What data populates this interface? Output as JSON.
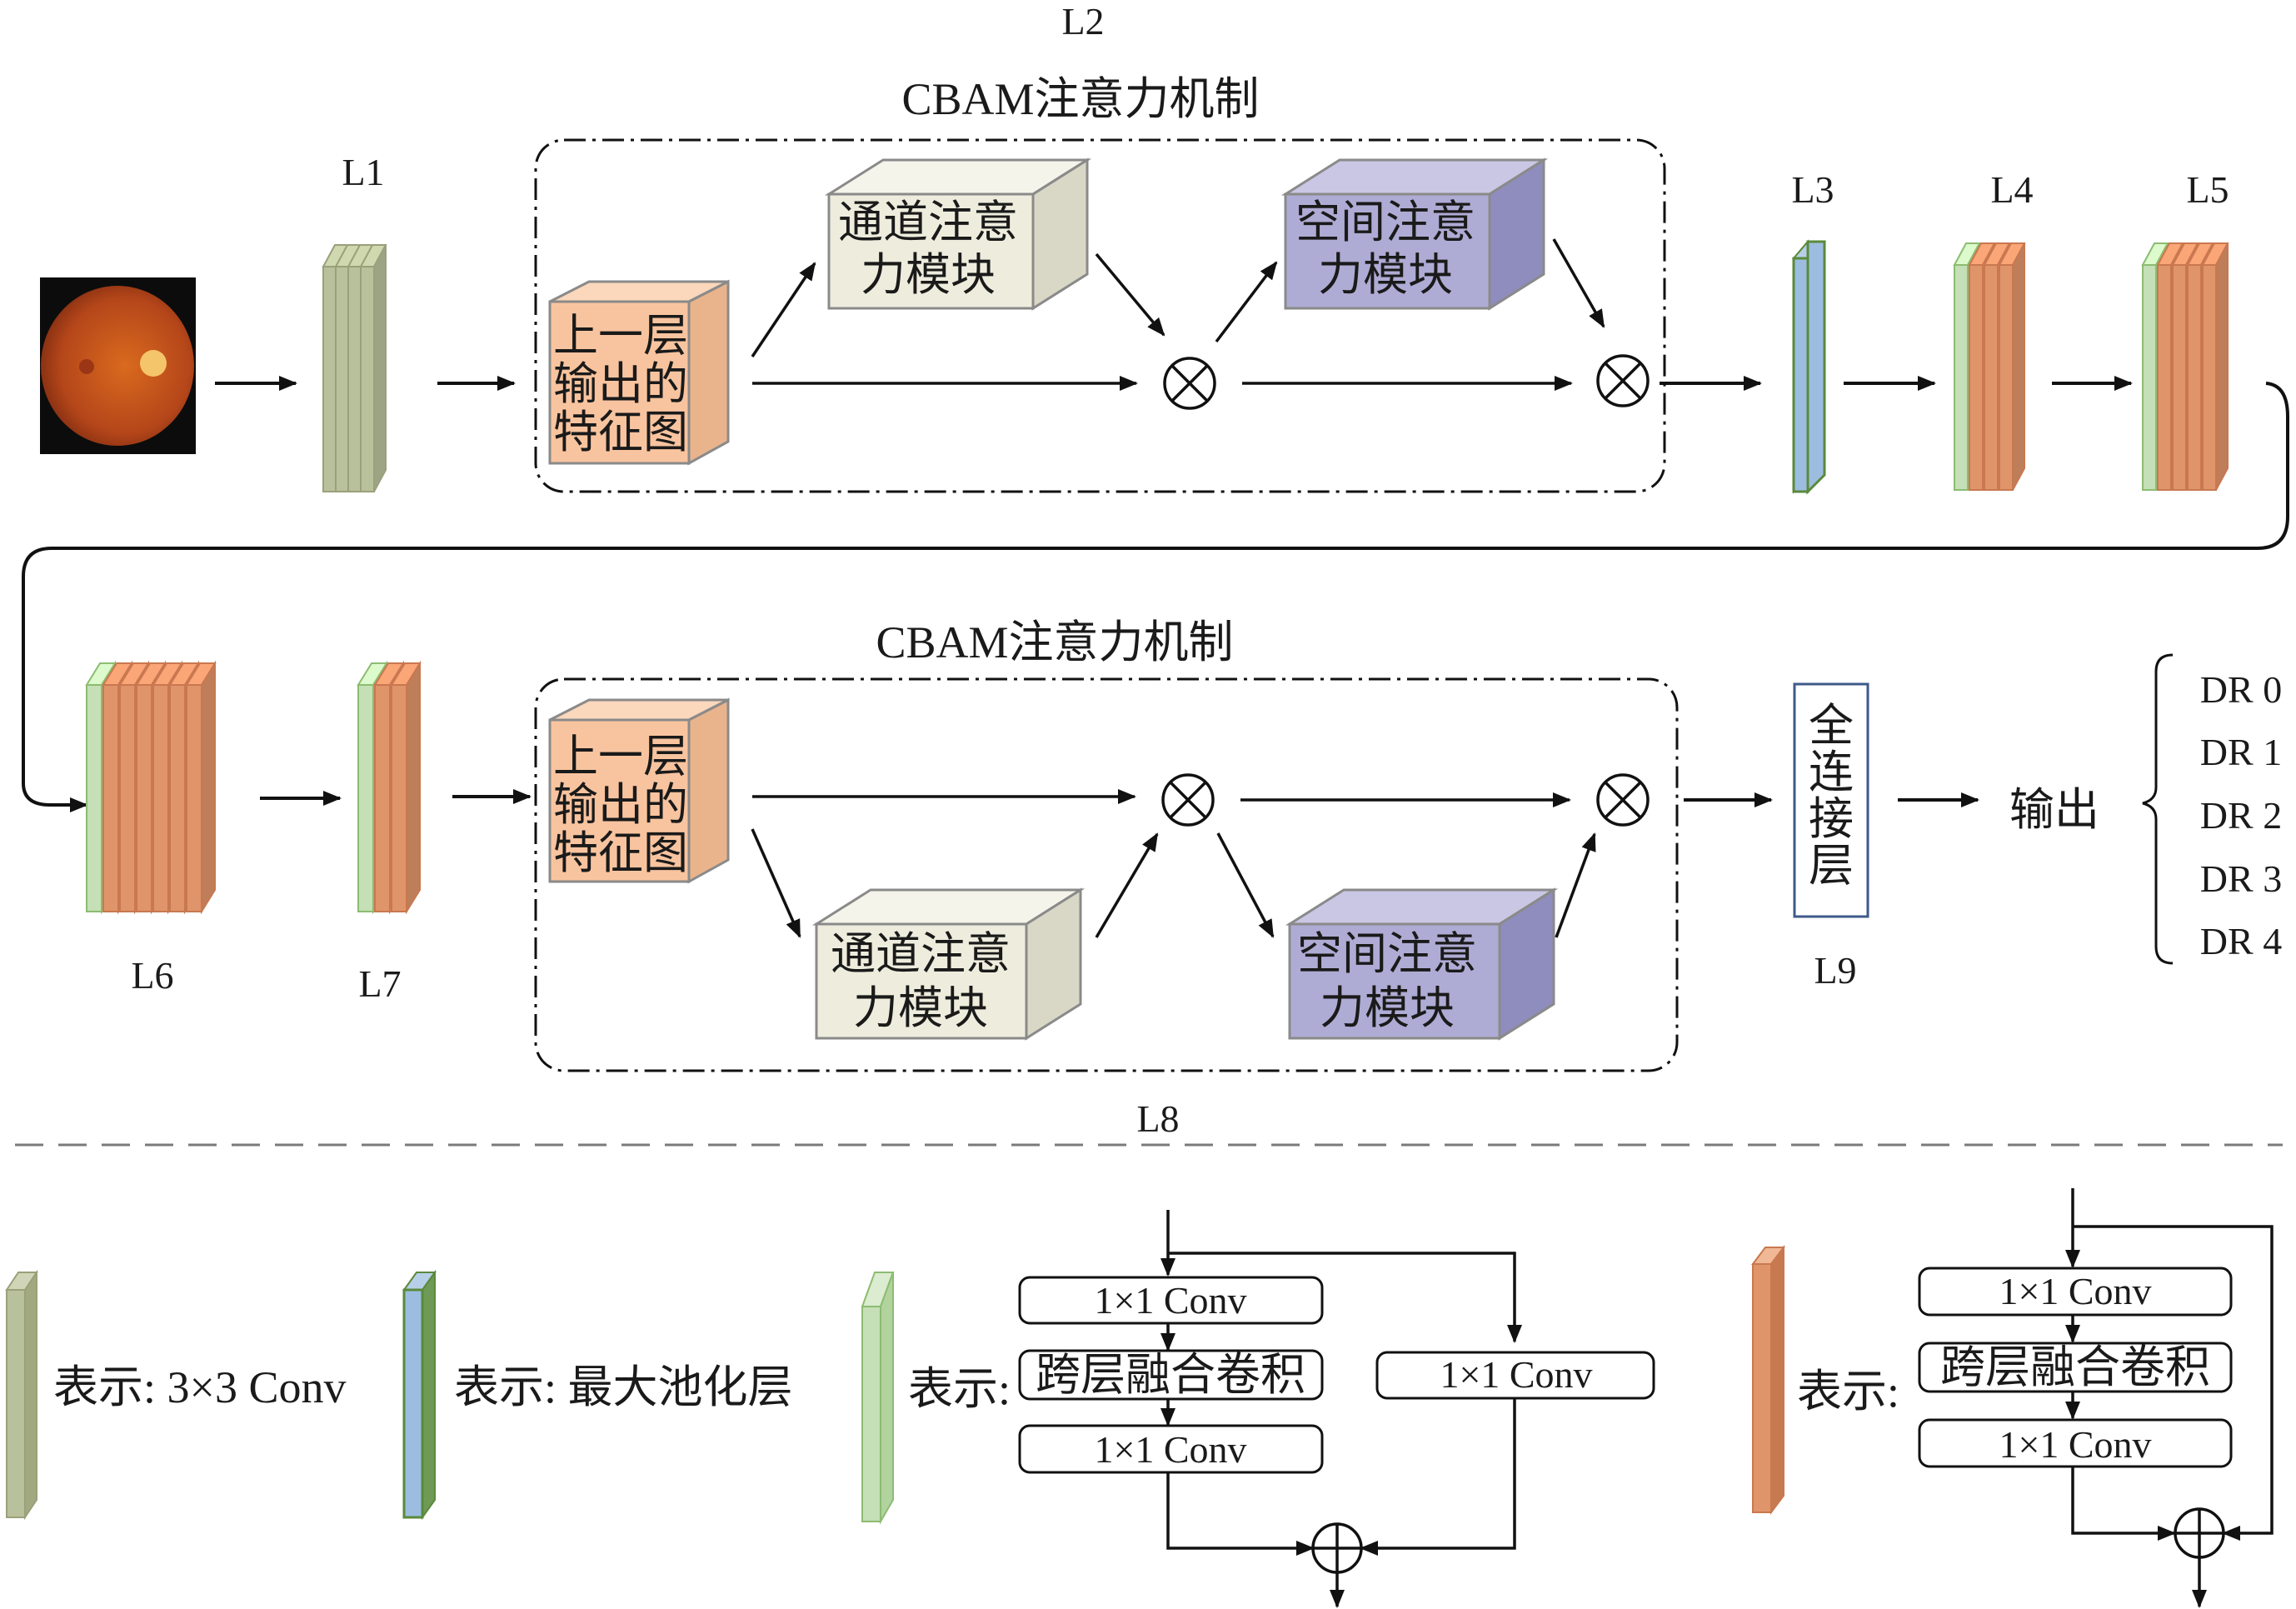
{
  "labels": {
    "l1": "L1",
    "l2": "L2",
    "l3": "L3",
    "l4": "L4",
    "l5": "L5",
    "l6": "L6",
    "l7": "L7",
    "l8": "L8",
    "l9": "L9"
  },
  "cbam": {
    "title": "CBAM注意力机制",
    "prev_line1": "上一层",
    "prev_line2": "输出的",
    "prev_line3": "特征图",
    "channel_line1": "通道注意",
    "channel_line2": "力模块",
    "spatial_line1": "空间注意",
    "spatial_line2": "力模块"
  },
  "fc": {
    "chars": [
      "全",
      "连",
      "接",
      "层"
    ]
  },
  "output": {
    "label": "输出",
    "classes": [
      "DR 0",
      "DR 1",
      "DR 2",
      "DR 3",
      "DR 4"
    ]
  },
  "legend": {
    "conv3": "表示: 3×3 Conv",
    "maxpool": "表示: 最大池化层",
    "green_prefix": "表示:",
    "orange_prefix": "表示:",
    "conv1x1": "1×1 Conv",
    "csp": "跨层融合卷积"
  },
  "colors": {
    "conv3": "#b9c19c",
    "pool_fill": "#9dbde0",
    "pool_edge": "#5a8a3a",
    "green_layer": "#c5dfb6",
    "orange_layer": "#e0946a",
    "prev_block": "#f8c49f",
    "channel_block": "#eeeddd",
    "spatial_block": "#aeacd4"
  }
}
